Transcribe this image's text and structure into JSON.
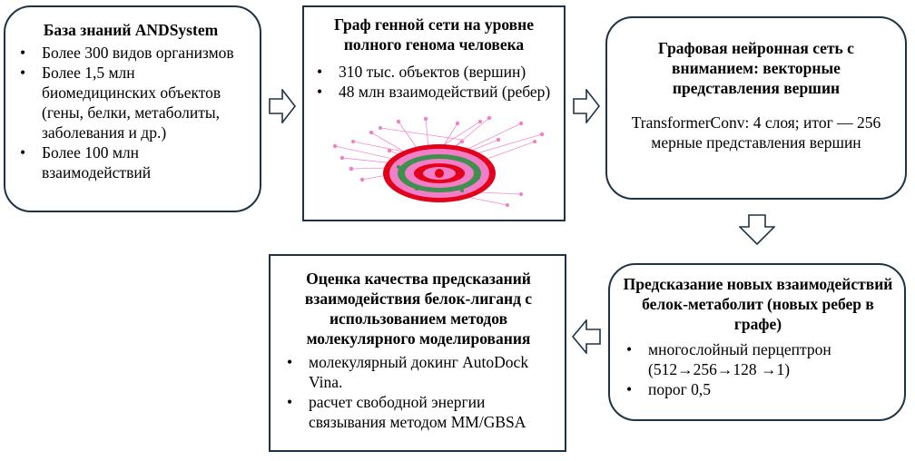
{
  "box1": {
    "title": "База знаний ANDSystem",
    "items": [
      "Более 300 видов организмов",
      "Более 1,5 млн биомедицинских объектов (гены, белки, метаболиты, заболевания и др.)",
      "Более 100 млн взаимодействий"
    ]
  },
  "box2": {
    "title": "Граф генной сети на уровне полного генома человека",
    "items": [
      "310 тыс. объектов (вершин)",
      "48 млн взаимодействий (ребер)"
    ]
  },
  "box3": {
    "title": "Графовая нейронная сеть с вниманием: векторные представления вершин",
    "text": "TransformerConv: 4 слоя; итог — 256 мерные представления вершин"
  },
  "box4": {
    "title": "Предсказание новых взаимодействий белок-метаболит (новых ребер в графе)",
    "items": [
      "многослойный перцептрон (512→256→128 →1)",
      "порог 0,5"
    ]
  },
  "box5": {
    "title": "Оценка качества предсказаний взаимодействия белок-лиганд с использованием методов молекулярного моделирования",
    "items": [
      "молекулярный докинг AutoDock Vina.",
      "расчет свободной энергии связывания методом MM/GBSA"
    ]
  },
  "colors": {
    "border": "#1f3347",
    "graph_pink": "#f07fc8",
    "graph_red": "#e2001a",
    "graph_green": "#3f8f4e"
  }
}
